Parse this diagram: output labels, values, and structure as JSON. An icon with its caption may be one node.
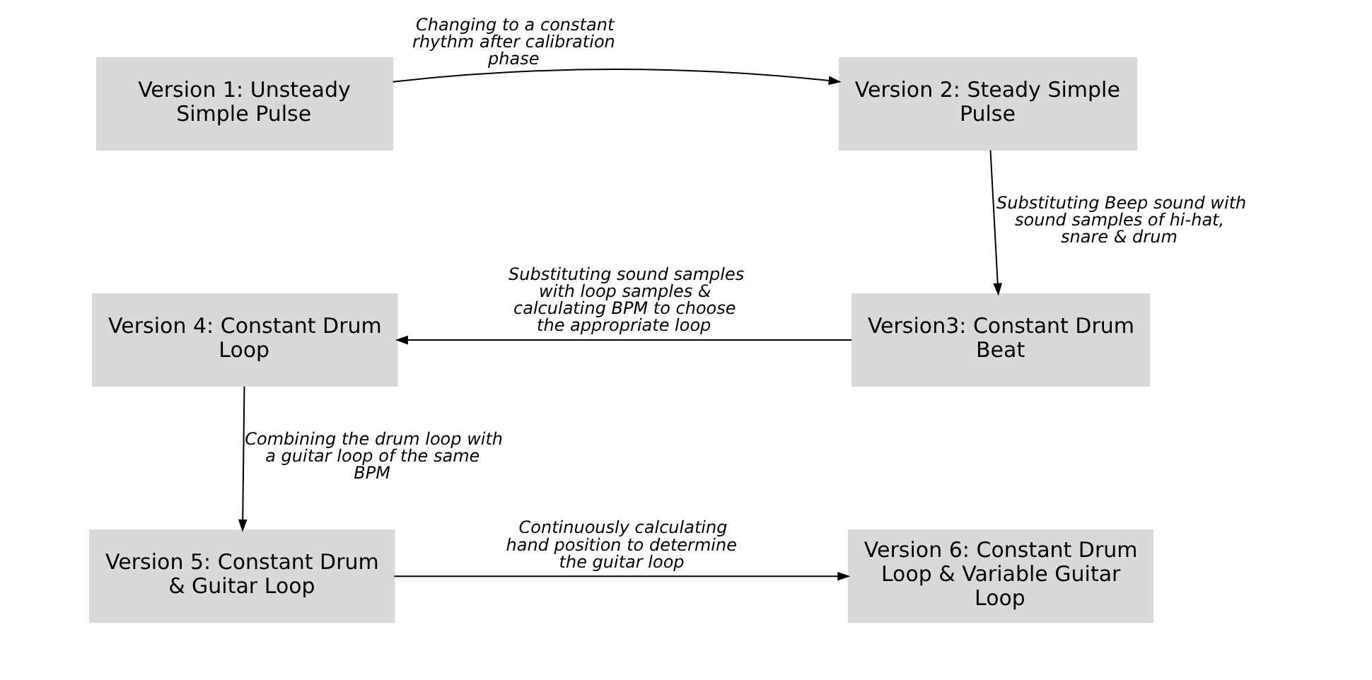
{
  "diagram": {
    "nodes": [
      {
        "text": [
          "Version 1: Unsteady Simple Pulse"
        ]
      },
      {
        "text": [
          "Version 2: Steady Simple Pulse"
        ]
      },
      {
        "text": [
          "Version3: Constant Drum Beat"
        ]
      },
      {
        "text": [
          "Version 4: Constant Drum Loop"
        ]
      },
      {
        "text": [
          "Version 5: Constant Drum & Guitar Loop"
        ]
      },
      {
        "text": [
          "Version 6: Constant Drum Loop & Variable Guitar Loop"
        ]
      }
    ],
    "edges": [
      {
        "from": 0,
        "to": 1,
        "arrow": "to",
        "label": "Changing to a constant rhythm after calibration phase"
      },
      {
        "from": 1,
        "to": 2,
        "arrow": "to",
        "label": "Substituting Beep sound with sound samples of hi-hat, snare & drum"
      },
      {
        "from": 2,
        "to": 3,
        "arrow": "to",
        "label": "Substituting sound samples with loop samples & calculating BPM to choose the appropriate loop"
      },
      {
        "from": 3,
        "to": 4,
        "arrow": "to",
        "label": "Combining the drum loop with a guitar loop of the same BPM"
      },
      {
        "from": 4,
        "to": 5,
        "arrow": "to",
        "label": "Continuously calculating hand position to determine the guitar loop"
      }
    ]
  }
}
